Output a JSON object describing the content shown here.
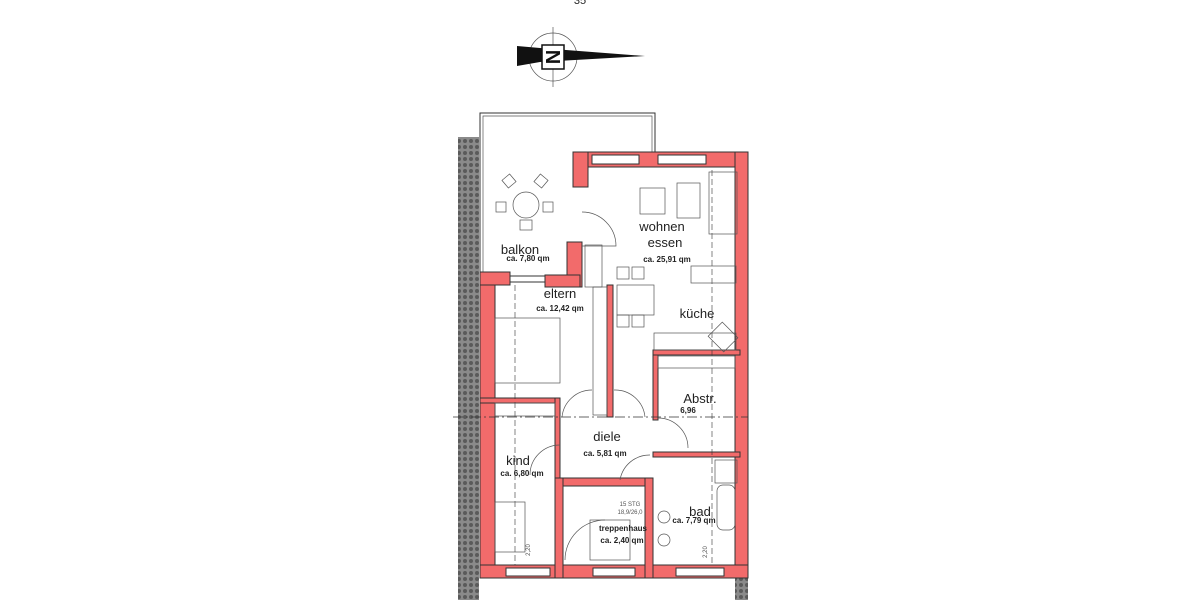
{
  "page_number": "35",
  "north_arrow": {
    "letter": "N"
  },
  "colors": {
    "wall": "#f26b6b",
    "hatch": "#6b6b6b"
  },
  "rooms": [
    {
      "name": "balkon",
      "area": "ca. 7,80 qm"
    },
    {
      "name": "wohnen",
      "name2": "essen",
      "area": "ca. 25,91 qm"
    },
    {
      "name": "eltern",
      "area": "ca. 12,42 qm"
    },
    {
      "name": "küche"
    },
    {
      "name": "Abstr.",
      "area": "6,96"
    },
    {
      "name": "diele",
      "area": "ca. 5,81 qm"
    },
    {
      "name": "kind",
      "area": "ca. 6,80 qm"
    },
    {
      "name": "treppenhaus",
      "area": "ca. 2,40 qm"
    },
    {
      "name": "bad",
      "area": "ca. 7,79 qm"
    }
  ],
  "stairs": {
    "steps": "15 STG",
    "ratio": "18,9/26,0"
  },
  "dimensions": {
    "kind_height": "2,20",
    "bad_height": "2,20"
  }
}
